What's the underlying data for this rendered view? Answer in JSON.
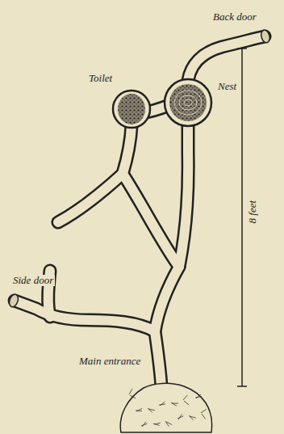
{
  "diagram": {
    "labels": [
      "Back door",
      "Toilet",
      "Nest",
      "Side door",
      "Main entrance",
      "8 feet"
    ]
  }
}
